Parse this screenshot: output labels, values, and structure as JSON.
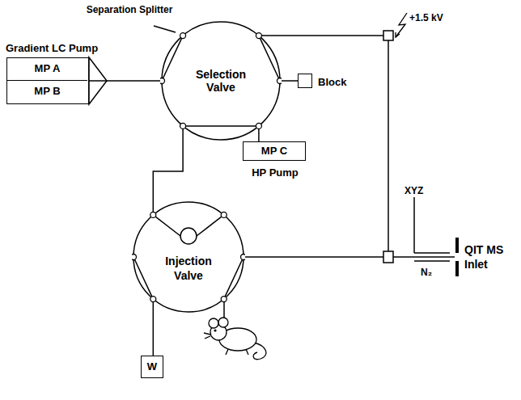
{
  "diagram": {
    "nodes": [
      {
        "text": [
          "Gradient LC Pump"
        ]
      },
      {
        "text": [
          "MP A"
        ],
        "in": 0
      },
      {
        "text": [
          "MP B"
        ],
        "in": 0
      },
      {
        "text": [
          "Selection Valve"
        ]
      },
      {
        "text": [
          "Block"
        ]
      },
      {
        "text": [
          "MP C",
          "HP Pump"
        ]
      },
      {
        "text": [
          "Injection Valve"
        ]
      },
      {
        "text": [
          "W"
        ]
      }
    ],
    "edges": [
      {
        "from": 0,
        "to": 3,
        "arrow": "none"
      },
      {
        "from": 3,
        "to": 4,
        "arrow": "none"
      },
      {
        "from": 5,
        "to": 3,
        "arrow": "none"
      },
      {
        "from": 3,
        "to": 6,
        "arrow": "none"
      },
      {
        "from": 6,
        "to": 7,
        "arrow": "none"
      }
    ],
    "labels": [
      "Separation Splitter",
      "+1.5 kV",
      "XYZ",
      "N₂",
      "QIT MS Inlet"
    ]
  }
}
